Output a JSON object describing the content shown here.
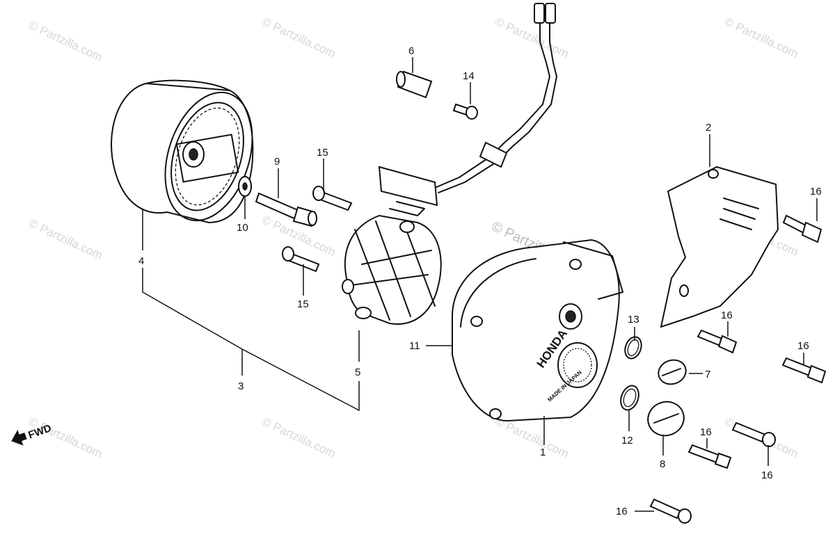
{
  "watermarks": {
    "text": "© Partzilla.com",
    "center_text": "© Partzilla.com"
  },
  "stamp": {
    "brand": "HONDA",
    "origin": "MADE IN JAPAN"
  },
  "direction_indicator": {
    "label": "FWD"
  },
  "callouts": {
    "c1": "1",
    "c2": "2",
    "c3": "3",
    "c4": "4",
    "c5": "5",
    "c6": "6",
    "c7": "7",
    "c8": "8",
    "c9": "9",
    "c10": "10",
    "c11": "11",
    "c12": "12",
    "c13": "13",
    "c14": "14",
    "c15a": "15",
    "c15b": "15",
    "c16a": "16",
    "c16b": "16",
    "c16c": "16",
    "c16d": "16",
    "c16e": "16",
    "c16f": "16"
  }
}
